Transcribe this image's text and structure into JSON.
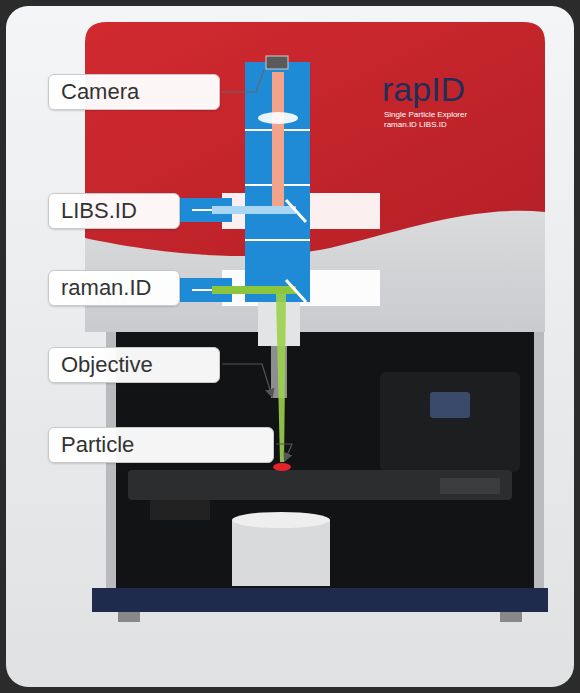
{
  "diagram": {
    "nodes": [
      {
        "text": [
          "Camera"
        ]
      },
      {
        "text": [
          "LIBS.ID"
        ]
      },
      {
        "text": [
          "raman.ID"
        ]
      },
      {
        "text": [
          "Objective"
        ]
      },
      {
        "text": [
          "Particle"
        ]
      }
    ],
    "labels": [
      "rapID",
      "Single Particle Explorer",
      "raman.ID LIBS.ID"
    ]
  }
}
